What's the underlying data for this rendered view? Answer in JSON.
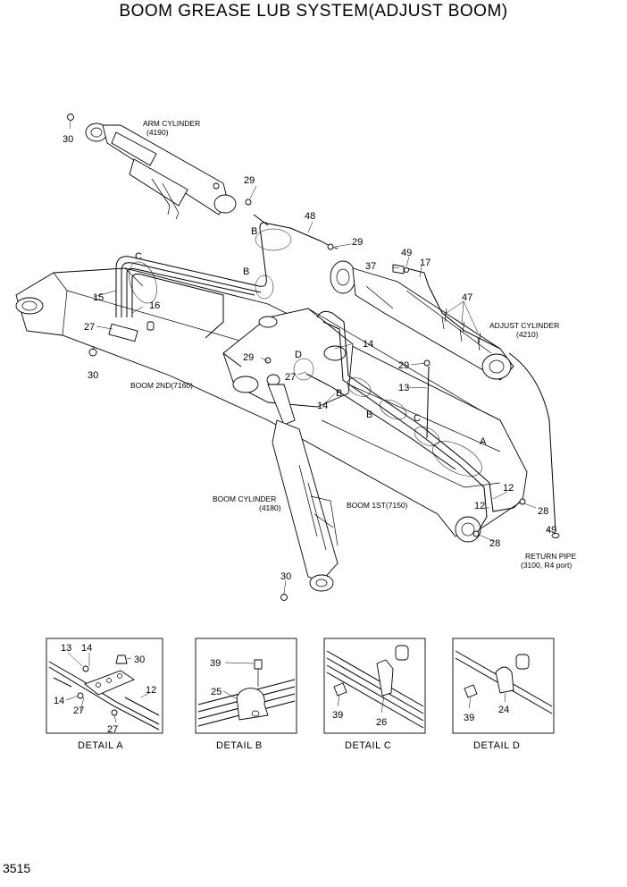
{
  "title": "BOOM GREASE LUB SYSTEM(ADJUST BOOM)",
  "page_number": "3515",
  "components": {
    "arm_cylinder": [
      "ARM CYLINDER",
      "(4190)"
    ],
    "adjust_cylinder": [
      "ADJUST CYLINDER",
      "(4210)"
    ],
    "boom_2nd": [
      "BOOM 2ND(7160)"
    ],
    "boom_1st": [
      "BOOM 1ST(7150)"
    ],
    "boom_cylinder": [
      "BOOM CYLINDER",
      "(4180)"
    ],
    "return_pipe": [
      "RETURN PIPE",
      "(3100, R4 port)"
    ]
  },
  "detail_letters": {
    "a": "A",
    "b": "B",
    "c": "C",
    "d": "D"
  },
  "callouts": {
    "p30": "30",
    "p29": "29",
    "p48": "48",
    "p49": "49",
    "p37": "37",
    "p17": "17",
    "p47": "47",
    "p15": "15",
    "p16": "16",
    "p27": "27",
    "p14": "14",
    "p13": "13",
    "p12": "12",
    "p28": "28",
    "p24": "24",
    "p25": "25",
    "p26": "26",
    "p39": "39"
  },
  "details": [
    {
      "label": "DETAIL  A",
      "parts": [
        "13",
        "14",
        "30",
        "14",
        "27",
        "27",
        "12"
      ]
    },
    {
      "label": "DETAIL  B",
      "parts": [
        "39",
        "25"
      ]
    },
    {
      "label": "DETAIL  C",
      "parts": [
        "39",
        "26"
      ]
    },
    {
      "label": "DETAIL  D",
      "parts": [
        "39",
        "24"
      ]
    }
  ]
}
